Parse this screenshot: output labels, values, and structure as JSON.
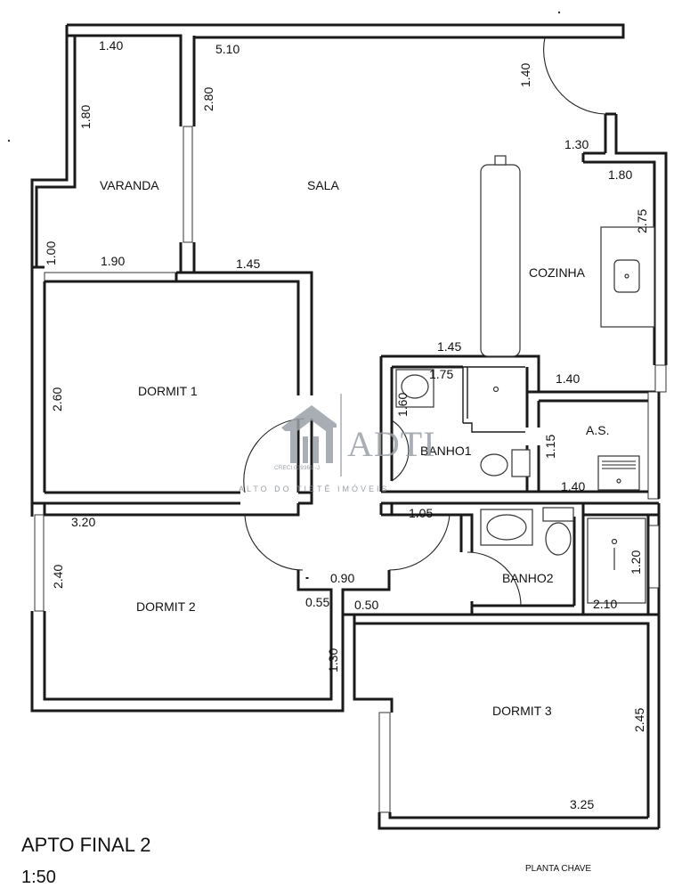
{
  "rooms": {
    "varanda": "VARANDA",
    "sala": "SALA",
    "cozinha": "COZINHA",
    "dormit1": "DORMIT  1",
    "dormit2": "DORMIT  2",
    "dormit3": "DORMIT  3",
    "banho1": "BANHO1",
    "banho2": "BANHO2",
    "as": "A.S."
  },
  "dimensions": {
    "varanda_top": "1.40",
    "varanda_side": "1.80",
    "varanda_bottom": "1.90",
    "varanda_left": "1.00",
    "sala_top": "5.10",
    "sala_side": "2.80",
    "sala_bottom": "1.45",
    "door_entry": "1.40",
    "cozinha_step": "1.30",
    "cozinha_top": "1.80",
    "cozinha_side": "2.75",
    "dormit1_side": "2.60",
    "banho1_top": "1.45",
    "banho1_inner": "1.75",
    "banho1_side": "1.60",
    "as_top": "1.40",
    "as_side": "1.15",
    "as_bottom": "1.40",
    "dormit2_top": "3.20",
    "dormit2_side": "2.40",
    "hall_width": "0.90",
    "hall_left": "0.55",
    "hall_right": "0.50",
    "hall_top": "1.05",
    "dormit2_right": "1.30",
    "banho2_side": "1.20",
    "banho2_bottom": "2.10",
    "dormit3_side": "2.45",
    "dormit3_bottom": "3.25"
  },
  "watermark": {
    "brand": "ADTI",
    "creci": "CRECI 039361 -J",
    "tagline": "ALTO DO TIETÊ IMÓVEIS"
  },
  "title": {
    "main": "APTO FINAL 2",
    "scale": "1:50",
    "key": "PLANTA CHAVE"
  }
}
